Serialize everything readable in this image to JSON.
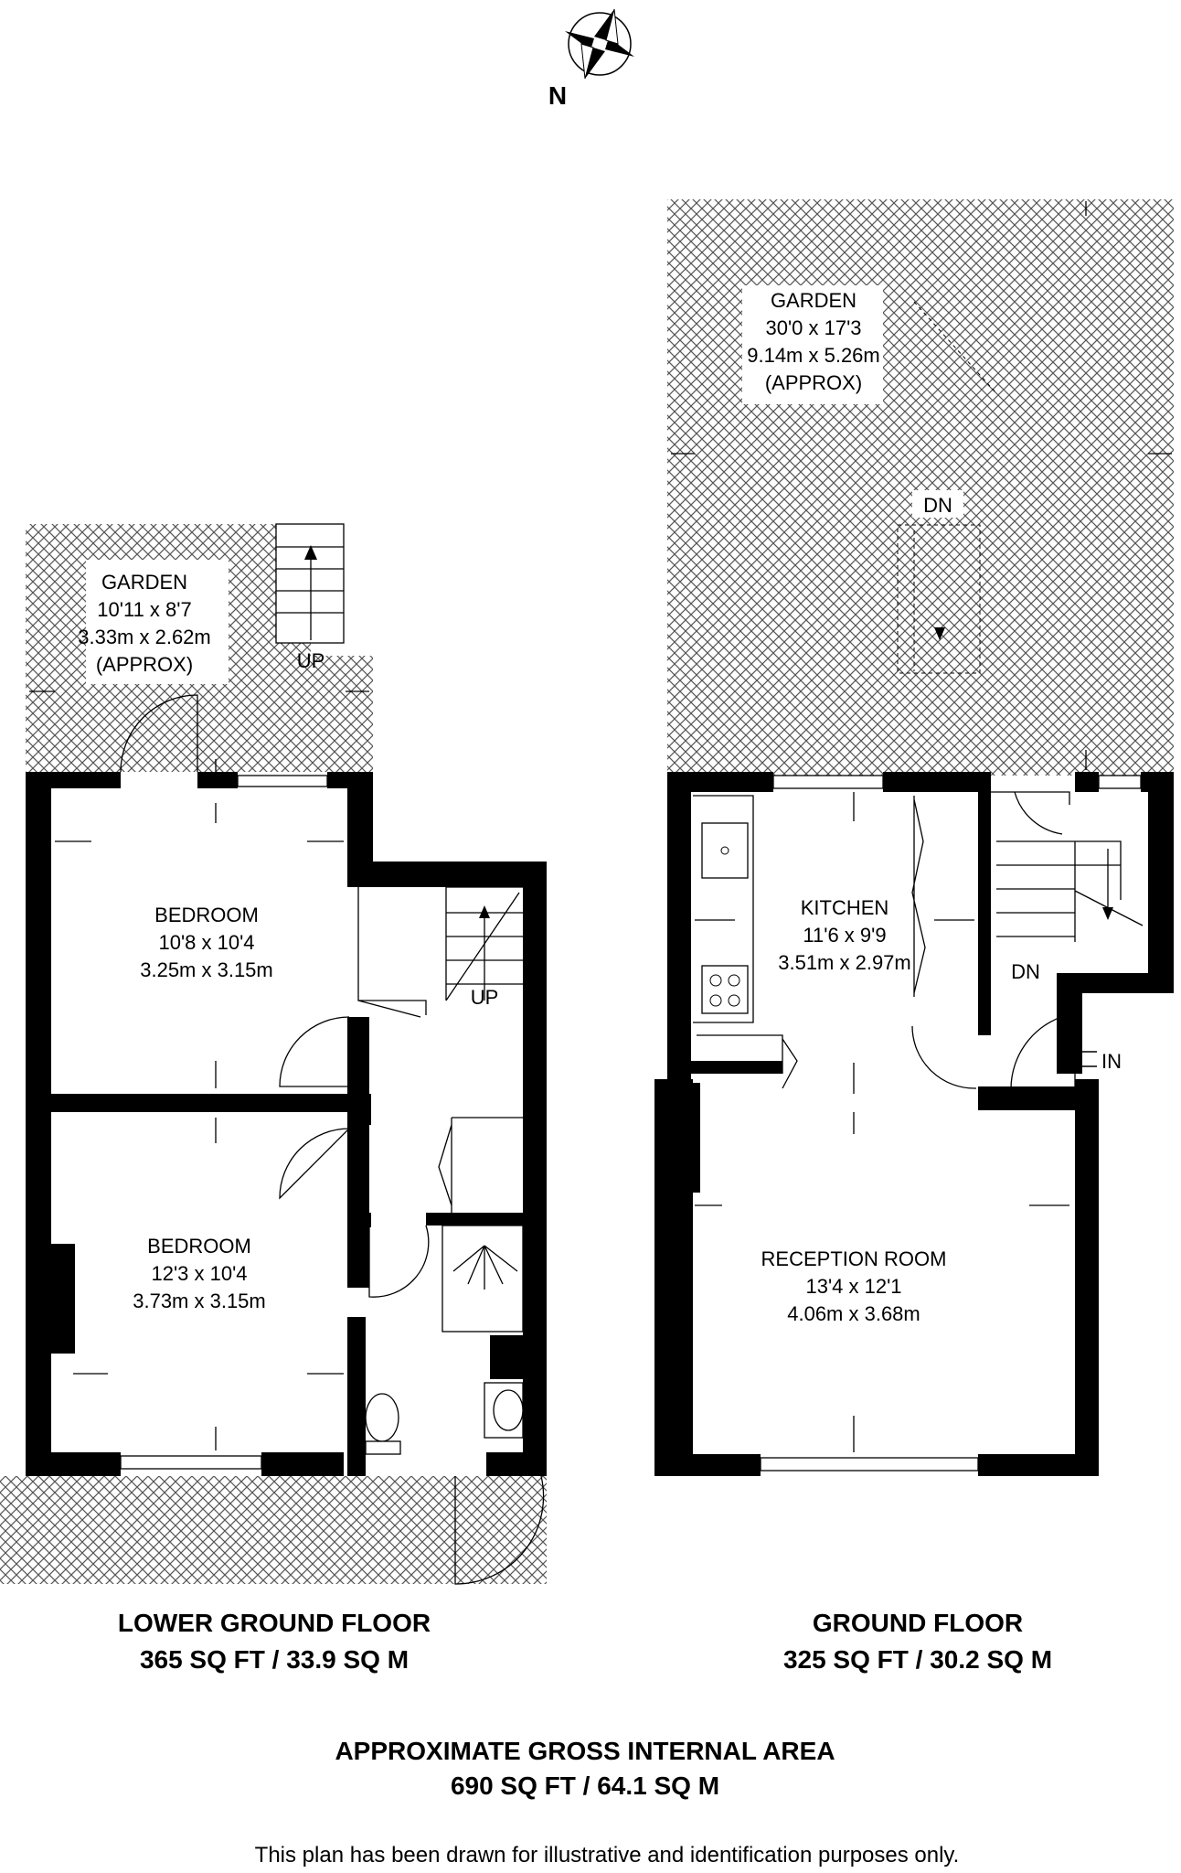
{
  "compass": {
    "label": "N"
  },
  "lower_ground_floor": {
    "title": "LOWER GROUND FLOOR",
    "area": "365 SQ FT / 33.9 SQ M",
    "garden": {
      "name": "GARDEN",
      "dim_imperial": "10'11 x 8'7",
      "dim_metric": "3.33m x 2.62m",
      "note": "(APPROX)"
    },
    "bedroom_1": {
      "name": "BEDROOM",
      "dim_imperial": "10'8 x 10'4",
      "dim_metric": "3.25m x 3.15m"
    },
    "bedroom_2": {
      "name": "BEDROOM",
      "dim_imperial": "12'3 x 10'4",
      "dim_metric": "3.73m x 3.15m"
    },
    "stairs_label": "UP",
    "garden_steps_label": "UP"
  },
  "ground_floor": {
    "title": "GROUND FLOOR",
    "area": "325 SQ FT / 30.2 SQ M",
    "garden": {
      "name": "GARDEN",
      "dim_imperial": "30'0 x 17'3",
      "dim_metric": "9.14m x 5.26m",
      "note": "(APPROX)"
    },
    "kitchen": {
      "name": "KITCHEN",
      "dim_imperial": "11'6 x 9'9",
      "dim_metric": "3.51m x 2.97m"
    },
    "reception": {
      "name": "RECEPTION ROOM",
      "dim_imperial": "13'4 x 12'1",
      "dim_metric": "4.06m x 3.68m"
    },
    "garden_steps_label": "DN",
    "stairs_label": "DN",
    "entrance_label": "IN"
  },
  "total": {
    "title": "APPROXIMATE GROSS INTERNAL AREA",
    "area": "690 SQ FT / 64.1 SQ M"
  },
  "disclaimer": "This plan has been drawn for illustrative and identification purposes only."
}
